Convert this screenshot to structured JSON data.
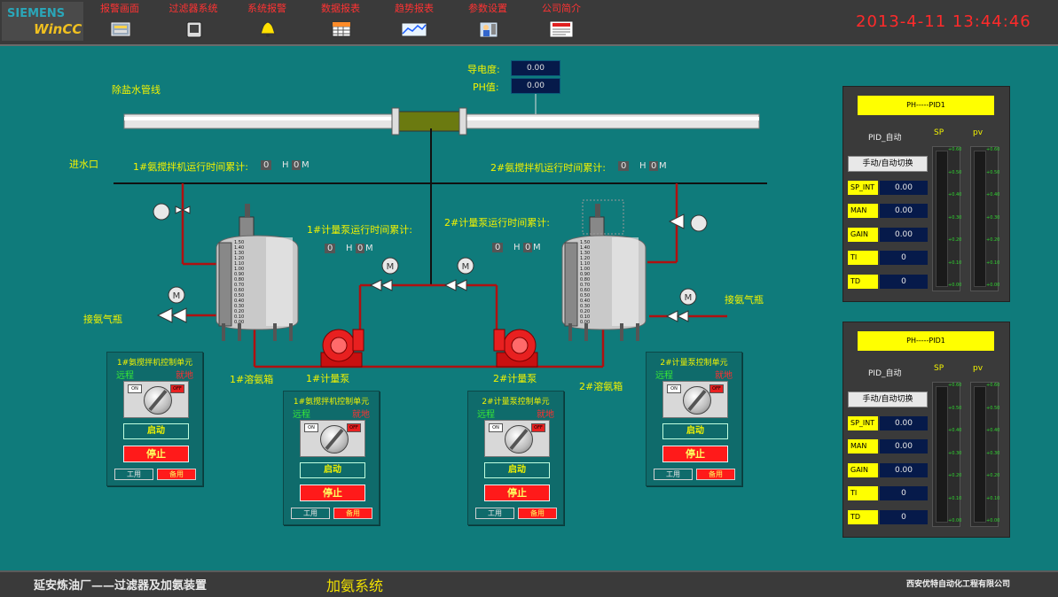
{
  "brand": {
    "company": "SIEMENS",
    "product": "WinCC"
  },
  "nav": [
    {
      "label": "报警画面",
      "icon": "keyboard-icon"
    },
    {
      "label": "过滤器系统",
      "icon": "filter-icon"
    },
    {
      "label": "系统报警",
      "icon": "bell-icon"
    },
    {
      "label": "数据报表",
      "icon": "spreadsheet-icon"
    },
    {
      "label": "趋势报表",
      "icon": "trend-chart-icon"
    },
    {
      "label": "参数设置",
      "icon": "settings-person-icon"
    },
    {
      "label": "公司简介",
      "icon": "notice-icon"
    }
  ],
  "clock": "2013-4-11 13:44:46",
  "process": {
    "conductivity_label": "导电度:",
    "conductivity_value": "0.00",
    "ph_label": "PH值:",
    "ph_value": "0.00",
    "pipeline_label": "除盐水管线",
    "inlet_label": "进水口",
    "ammonia_bottle_left": "接氨气瓶",
    "ammonia_bottle_right": "接氨气瓶",
    "mixer1_runtime": "1#氨搅拌机运行时间累计:",
    "mixer2_runtime": "2#氨搅拌机运行时间累计:",
    "pump1_runtime": "1#计量泵运行时间累计:",
    "pump2_runtime": "2#计量泵运行时间累计:",
    "runtime_value": "0",
    "hour_unit": "H",
    "minute_value": "0",
    "minute_unit": "M",
    "tank1_label": "1#溶氨箱",
    "tank2_label": "2#溶氨箱",
    "pump1_label": "1#计量泵",
    "pump2_label": "2#计量泵",
    "tank_scale": [
      "1.50",
      "1.40",
      "1.30",
      "1.20",
      "1.10",
      "1.00",
      "0.90",
      "0.80",
      "0.70",
      "0.60",
      "0.50",
      "0.40",
      "0.30",
      "0.20",
      "0.10",
      "0.00"
    ]
  },
  "control_units": [
    {
      "title": "1#氨搅拌机控制单元",
      "remote": "远程",
      "local": "就地",
      "on": "ON",
      "off": "OFF",
      "start": "启动",
      "stop": "停止",
      "work": "工用",
      "spare": "备用"
    },
    {
      "title": "1#氨搅拌机控制单元",
      "remote": "远程",
      "local": "就地",
      "on": "ON",
      "off": "OFF",
      "start": "启动",
      "stop": "停止",
      "work": "工用",
      "spare": "备用"
    },
    {
      "title": "2#计量泵控制单元",
      "remote": "远程",
      "local": "就地",
      "on": "ON",
      "off": "OFF",
      "start": "启动",
      "stop": "停止",
      "work": "工用",
      "spare": "备用"
    },
    {
      "title": "2#计量泵控制单元",
      "remote": "远程",
      "local": "就地",
      "on": "ON",
      "off": "OFF",
      "start": "启动",
      "stop": "停止",
      "work": "工用",
      "spare": "备用"
    }
  ],
  "pid_panels": [
    {
      "title": "PH-----PID1",
      "mode": "PID_自动",
      "sp_label": "SP",
      "pv_label": "pv",
      "switch_label": "手动/自动切换",
      "params": [
        {
          "key": "SP_INT",
          "value": "0.00"
        },
        {
          "key": "MAN",
          "value": "0.00"
        },
        {
          "key": "GAIN",
          "value": "0.00"
        },
        {
          "key": "TI",
          "value": "0"
        },
        {
          "key": "TD",
          "value": "0"
        }
      ],
      "scale": [
        "+0.60",
        "+0.50",
        "+0.40",
        "+0.30",
        "+0.20",
        "+0.10",
        "+0.00"
      ]
    },
    {
      "title": "PH-----PID1",
      "mode": "PID_自动",
      "sp_label": "SP",
      "pv_label": "pv",
      "switch_label": "手动/自动切换",
      "params": [
        {
          "key": "SP_INT",
          "value": "0.00"
        },
        {
          "key": "MAN",
          "value": "0.00"
        },
        {
          "key": "GAIN",
          "value": "0.00"
        },
        {
          "key": "TI",
          "value": "0"
        },
        {
          "key": "TD",
          "value": "0"
        }
      ],
      "scale": [
        "+0.60",
        "+0.50",
        "+0.40",
        "+0.30",
        "+0.20",
        "+0.10",
        "+0.00"
      ]
    }
  ],
  "footer": {
    "plant": "延安炼油厂——过滤器及加氨装置",
    "system": "加氨系统",
    "company": "西安优特自动化工程有限公司"
  }
}
